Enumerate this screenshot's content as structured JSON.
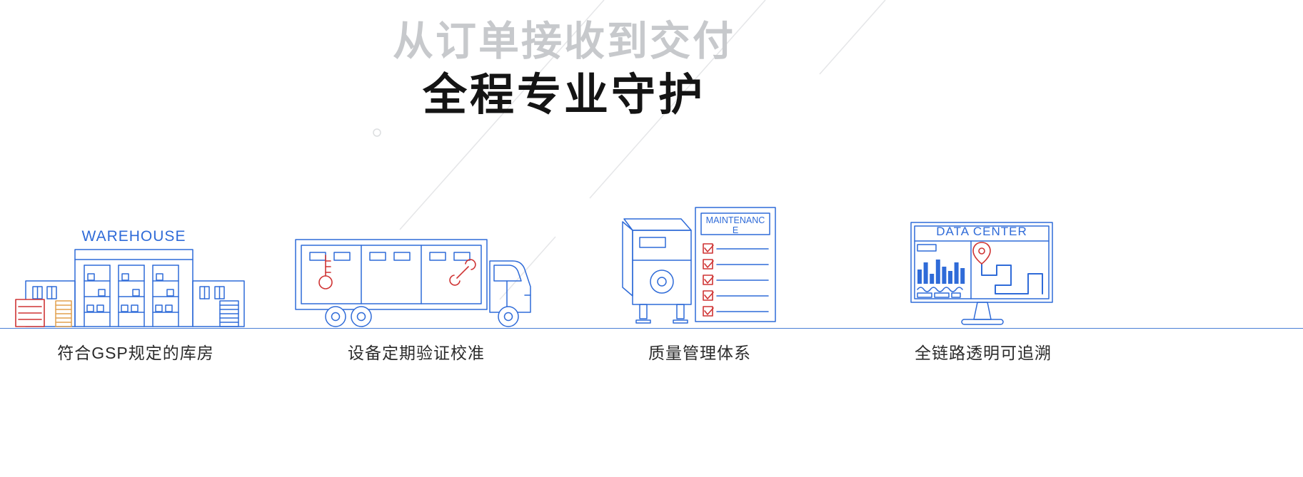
{
  "header": {
    "title": "从订单接收到交付",
    "subtitle": "全程专业守护"
  },
  "features": [
    {
      "name": "warehouse",
      "sign": "WAREHOUSE",
      "caption": "符合GSP规定的库房"
    },
    {
      "name": "cold-chain-truck",
      "caption": "设备定期验证校准"
    },
    {
      "name": "maintenance",
      "sign_line1": "MAINTENANC",
      "sign_line2": "E",
      "caption": "质量管理体系"
    },
    {
      "name": "data-center",
      "sign": "DATA CENTER",
      "caption": "全链路透明可追溯"
    }
  ],
  "colors": {
    "line_blue": "#2f6bd8",
    "accent_red": "#cf3434",
    "door_orange": "#e2a14e",
    "title_gray": "#c7c9cc",
    "subtitle_black": "#141414",
    "ground_line_blue": "#4a7fd6"
  }
}
